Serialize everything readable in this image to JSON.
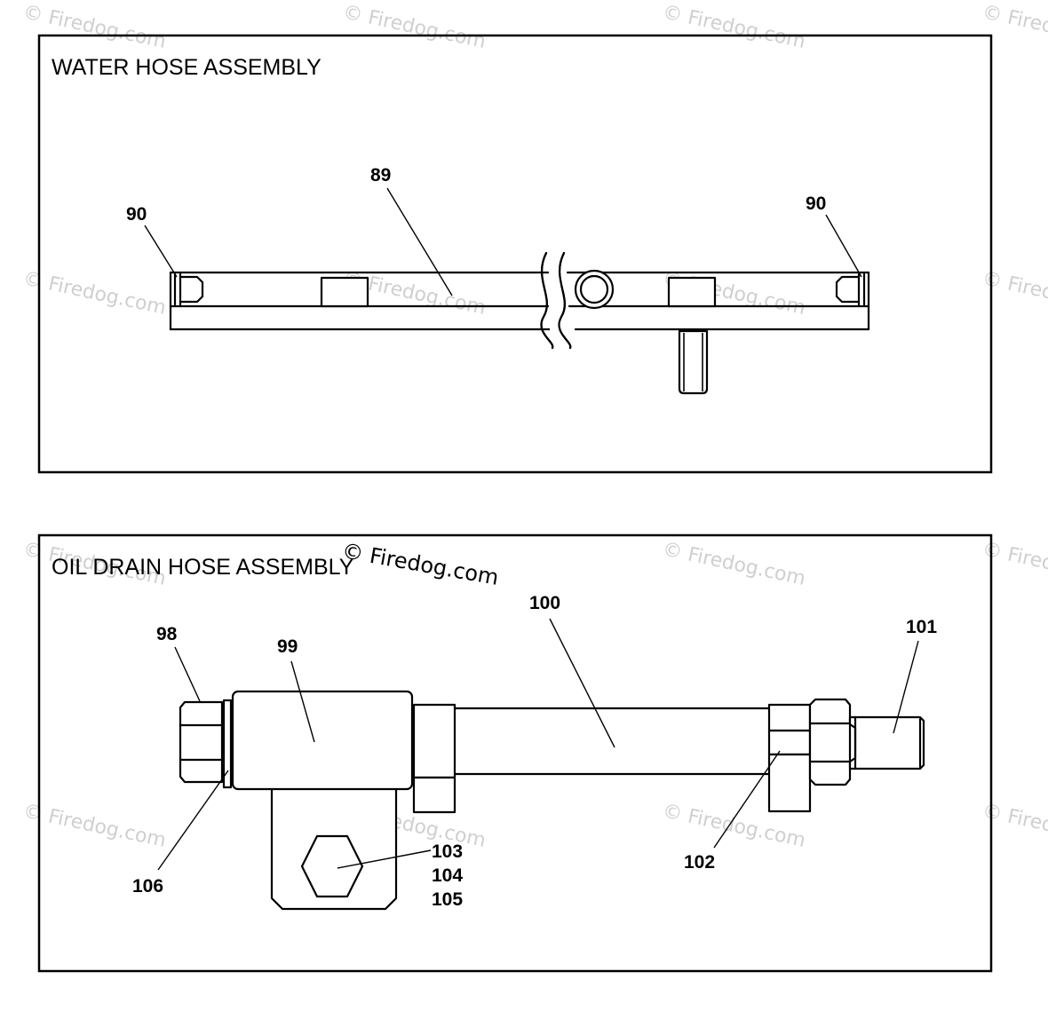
{
  "watermark": "© Firedog.com",
  "water_hose_assembly": {
    "title": "WATER HOSE ASSEMBLY",
    "callouts": {
      "left_end_cap": "90",
      "hose": "89",
      "right_end_cap": "90"
    }
  },
  "oil_drain_hose_assembly": {
    "title": "OIL DRAIN HOSE ASSEMBLY",
    "callouts": {
      "nut": "98",
      "fitting": "99",
      "hose": "100",
      "nozzle": "101",
      "clamp": "102",
      "hex_part_a": "103",
      "hex_part_b": "104",
      "hex_part_c": "105",
      "washer": "106"
    }
  }
}
